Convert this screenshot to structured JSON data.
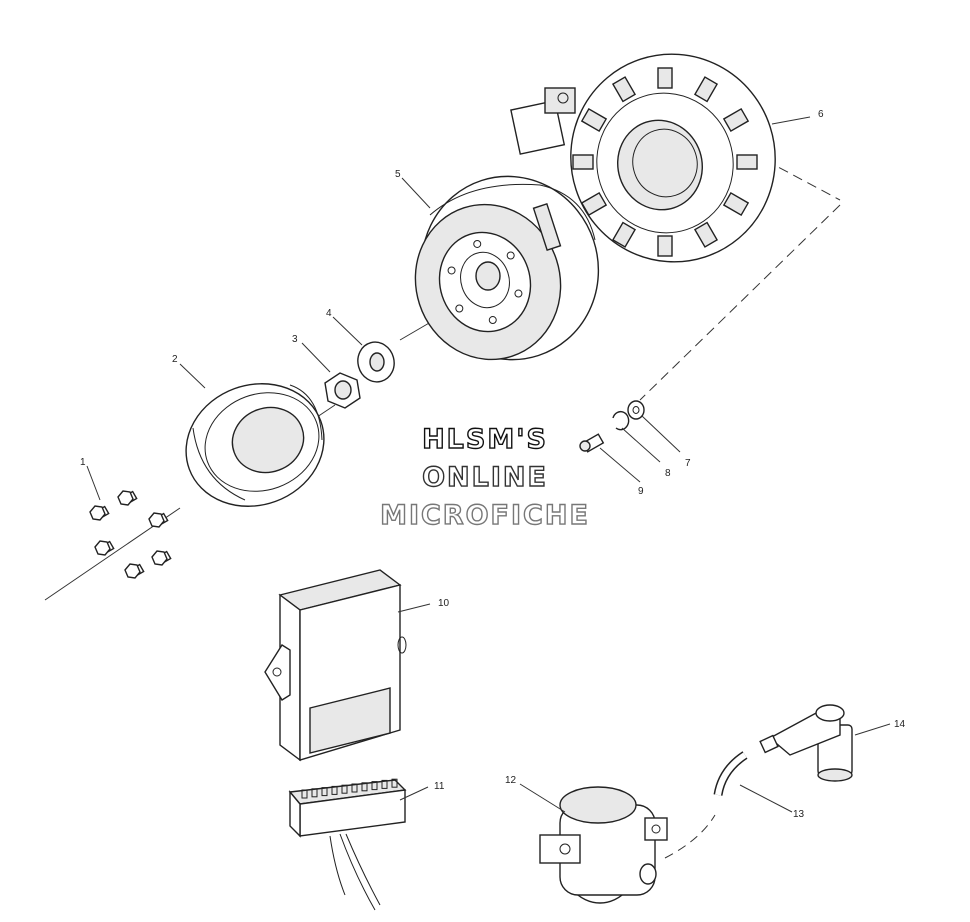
{
  "watermark": {
    "line1": "HLSM'S",
    "line2": "ONLINE",
    "line3": "MICROFICHE",
    "color1": "#111111",
    "color2": "#333333",
    "color3": "#777777"
  },
  "callouts": [
    {
      "label": "1"
    },
    {
      "label": "2"
    },
    {
      "label": "3"
    },
    {
      "label": "4"
    },
    {
      "label": "5"
    },
    {
      "label": "6"
    },
    {
      "label": "7"
    },
    {
      "label": "8"
    },
    {
      "label": "9"
    },
    {
      "label": "10"
    },
    {
      "label": "11"
    },
    {
      "label": "12"
    },
    {
      "label": "13"
    },
    {
      "label": "14"
    }
  ]
}
